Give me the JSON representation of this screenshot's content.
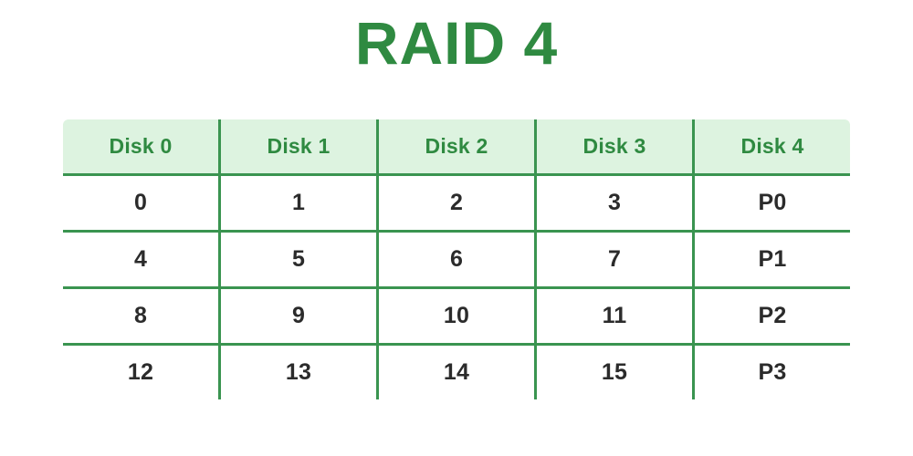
{
  "page": {
    "title": "RAID 4",
    "background_color": "#ffffff",
    "title_color": "#2f8a41"
  },
  "colors": {
    "accent_green": "#2f8a41",
    "border_green": "#3a9450",
    "header_background": "#ddf3e0",
    "cell_text": "#2b2b2b",
    "cell_background": "#ffffff"
  },
  "chart_data": {
    "type": "table",
    "title": "RAID 4",
    "columns": [
      "Disk 0",
      "Disk 1",
      "Disk 2",
      "Disk 3",
      "Disk 4"
    ],
    "rows": [
      [
        "0",
        "1",
        "2",
        "3",
        "P0"
      ],
      [
        "4",
        "5",
        "6",
        "7",
        "P1"
      ],
      [
        "8",
        "9",
        "10",
        "11",
        "P2"
      ],
      [
        "12",
        "13",
        "14",
        "15",
        "P3"
      ]
    ],
    "xlabel": "",
    "ylabel": "",
    "grid": true,
    "legend": ""
  },
  "table": {
    "headers": [
      {
        "label": "Disk 0"
      },
      {
        "label": "Disk 1"
      },
      {
        "label": "Disk 2"
      },
      {
        "label": "Disk 3"
      },
      {
        "label": "Disk 4"
      }
    ],
    "rows": [
      {
        "cells": [
          "0",
          "1",
          "2",
          "3",
          "P0"
        ]
      },
      {
        "cells": [
          "4",
          "5",
          "6",
          "7",
          "P1"
        ]
      },
      {
        "cells": [
          "8",
          "9",
          "10",
          "11",
          "P2"
        ]
      },
      {
        "cells": [
          "12",
          "13",
          "14",
          "15",
          "P3"
        ]
      }
    ]
  }
}
